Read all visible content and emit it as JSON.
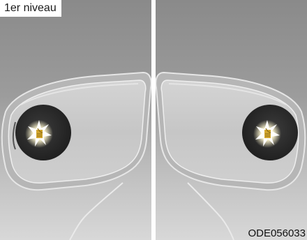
{
  "figure": {
    "level_label": "1er niveau",
    "figure_code": "ODE056033"
  },
  "panels": [
    {
      "name": "left-mirror",
      "indicator_icon": "heated-mirror-indicator-icon",
      "indicator_state": "lit"
    },
    {
      "name": "right-mirror",
      "indicator_icon": "heated-mirror-indicator-icon",
      "indicator_state": "lit"
    }
  ],
  "colors": {
    "background_top": "#878787",
    "background_bottom": "#d6d6d6",
    "mirror_glass": "#c9c9c9",
    "indicator_bulb": "#2a2a2a",
    "indicator_glow": "#fff9d6",
    "indicator_symbol": "#c9a12a"
  }
}
